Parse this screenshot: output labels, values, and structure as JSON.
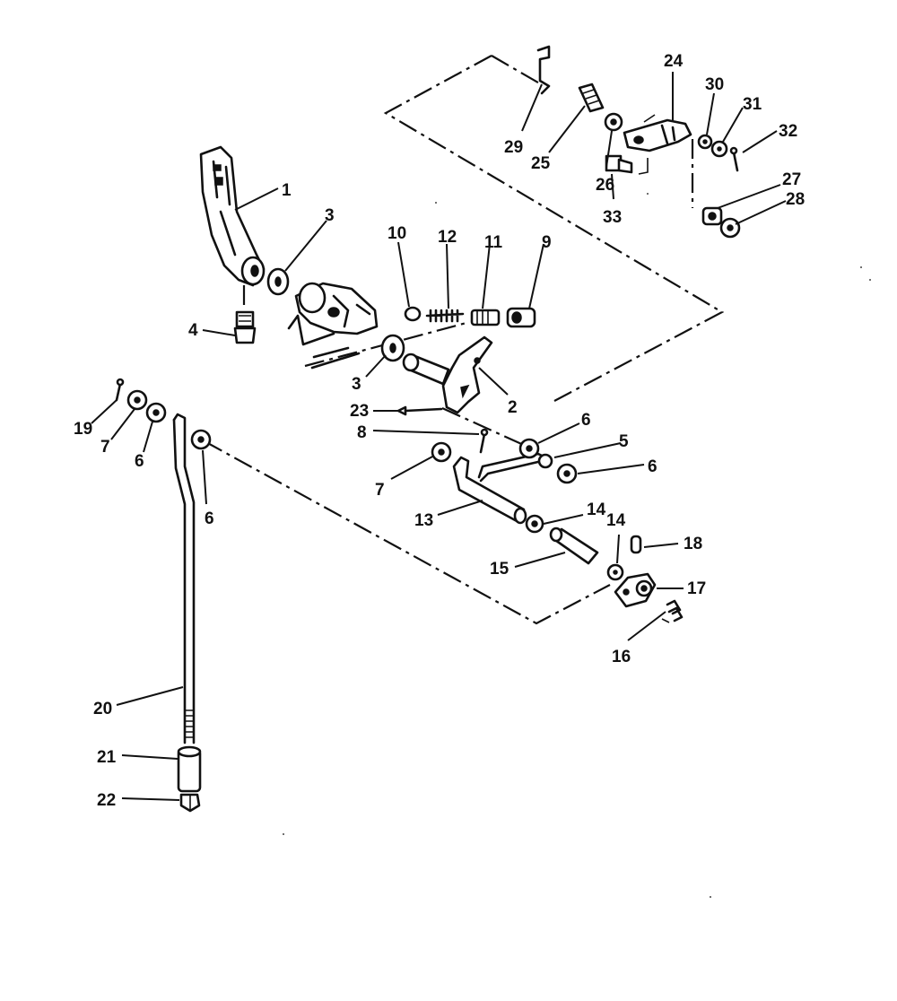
{
  "callouts": [
    "1",
    "2",
    "3",
    "3",
    "4",
    "5",
    "6",
    "6",
    "6",
    "6",
    "7",
    "7",
    "8",
    "9",
    "10",
    "11",
    "12",
    "13",
    "14",
    "14",
    "15",
    "16",
    "17",
    "18",
    "19",
    "20",
    "21",
    "22",
    "23",
    "24",
    "25",
    "26",
    "27",
    "28",
    "29",
    "30",
    "31",
    "32",
    "33"
  ]
}
